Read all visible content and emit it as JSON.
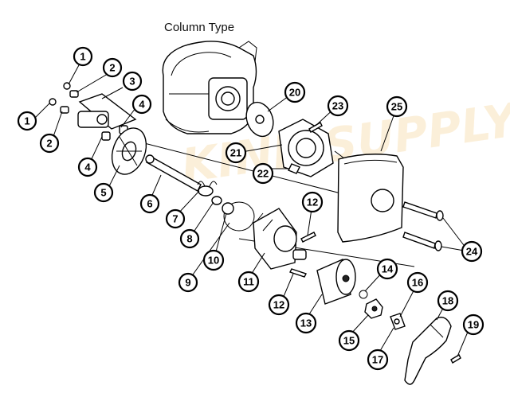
{
  "title": "Column Type",
  "callouts": [
    {
      "id": "c1a",
      "label": "1"
    },
    {
      "id": "c1b",
      "label": "1"
    },
    {
      "id": "c2a",
      "label": "2"
    },
    {
      "id": "c2b",
      "label": "2"
    },
    {
      "id": "c3",
      "label": "3"
    },
    {
      "id": "c4a",
      "label": "4"
    },
    {
      "id": "c4b",
      "label": "4"
    },
    {
      "id": "c5",
      "label": "5"
    },
    {
      "id": "c6",
      "label": "6"
    },
    {
      "id": "c7",
      "label": "7"
    },
    {
      "id": "c8",
      "label": "8"
    },
    {
      "id": "c9",
      "label": "9"
    },
    {
      "id": "c10",
      "label": "10"
    },
    {
      "id": "c11",
      "label": "11"
    },
    {
      "id": "c12a",
      "label": "12"
    },
    {
      "id": "c12b",
      "label": "12"
    },
    {
      "id": "c13",
      "label": "13"
    },
    {
      "id": "c14",
      "label": "14"
    },
    {
      "id": "c15",
      "label": "15"
    },
    {
      "id": "c16",
      "label": "16"
    },
    {
      "id": "c17",
      "label": "17"
    },
    {
      "id": "c18",
      "label": "18"
    },
    {
      "id": "c19",
      "label": "19"
    },
    {
      "id": "c20",
      "label": "20"
    },
    {
      "id": "c21",
      "label": "21"
    },
    {
      "id": "c22",
      "label": "22"
    },
    {
      "id": "c23",
      "label": "23"
    },
    {
      "id": "c24",
      "label": "24"
    },
    {
      "id": "c25",
      "label": "25"
    }
  ],
  "watermark": "KINK SUPPLY"
}
